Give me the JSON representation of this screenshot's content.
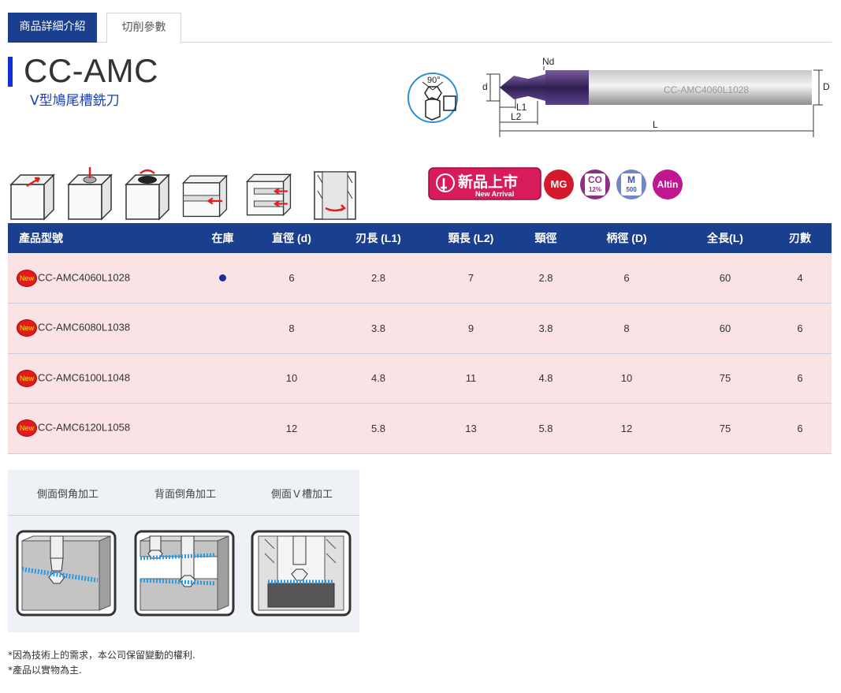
{
  "tabs": [
    {
      "label": "商品詳細介紹",
      "active": true
    },
    {
      "label": "切削參數",
      "active": false
    }
  ],
  "product": {
    "title": "CC-AMC",
    "subtitle": "V型鳩尾槽銑刀"
  },
  "diagram": {
    "angle_label": "90°",
    "nd_label": "Nd",
    "d_label": "d",
    "D_label": "D",
    "L1_label": "L1",
    "L2_label": "L2",
    "L_label": "L",
    "engraving": "CC-AMC4060L1028"
  },
  "machining_icons": [
    "face-milling-icon",
    "drilling-icon",
    "pocket-milling-icon",
    "slot-milling-icon",
    "side-milling-icon",
    "bore-milling-icon"
  ],
  "badges": {
    "new_main": "新品上市",
    "new_sub": "New Arrival",
    "mg": "MG",
    "co_top": "CO",
    "co_bottom": "12%",
    "m_top": "M",
    "m_bottom": "500",
    "coating": "Altin"
  },
  "colors": {
    "accent": "#1b3f8f",
    "row_bg": "#fbe2e4",
    "new_badge": "#e11b1b",
    "title_bar": "#1230d8"
  },
  "table": {
    "headers": [
      "產品型號",
      "在庫",
      "直徑 (d)",
      "刃長 (L1)",
      "頸長 (L2)",
      "頸徑",
      "柄徑 (D)",
      "全長(L)",
      "刃數"
    ],
    "new_tag": "New",
    "rows": [
      {
        "model": "CC-AMC4060L1028",
        "stock": true,
        "d": "6",
        "l1": "2.8",
        "l2": "7",
        "neck": "2.8",
        "shank": "6",
        "length": "60",
        "flutes": "4"
      },
      {
        "model": "CC-AMC6080L1038",
        "stock": false,
        "d": "8",
        "l1": "3.8",
        "l2": "9",
        "neck": "3.8",
        "shank": "8",
        "length": "60",
        "flutes": "6"
      },
      {
        "model": "CC-AMC6100L1048",
        "stock": false,
        "d": "10",
        "l1": "4.8",
        "l2": "11",
        "neck": "4.8",
        "shank": "10",
        "length": "75",
        "flutes": "6"
      },
      {
        "model": "CC-AMC6120L1058",
        "stock": false,
        "d": "12",
        "l1": "5.8",
        "l2": "13",
        "neck": "5.8",
        "shank": "12",
        "length": "75",
        "flutes": "6"
      }
    ]
  },
  "applications": [
    {
      "label": "側面倒角加工"
    },
    {
      "label": "背面倒角加工"
    },
    {
      "label": "側面Ｖ槽加工"
    }
  ],
  "notes": [
    "*因為技術上的需求，本公司保留變動的權利.",
    "*產品以實物為主."
  ]
}
